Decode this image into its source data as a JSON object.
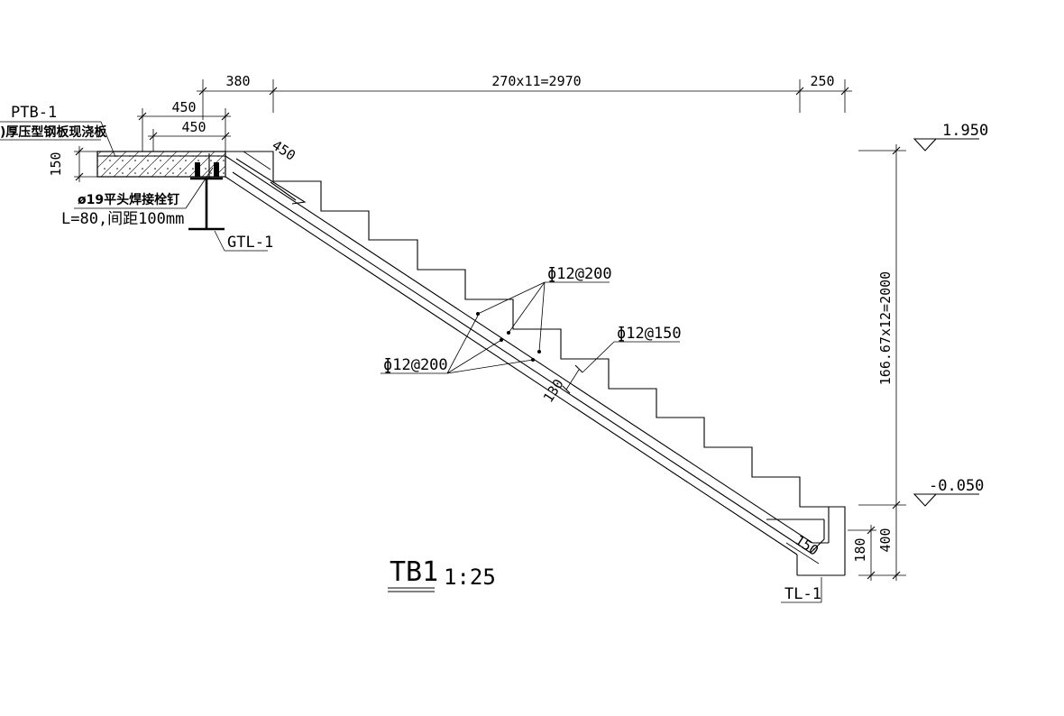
{
  "drawing": {
    "title": "TB1",
    "scale": "1:25"
  },
  "dimensions": {
    "top_380": "380",
    "top_run": "270x11=2970",
    "top_250": "250",
    "landing_450_a": "450",
    "landing_450_b": "450",
    "slab_150": "150",
    "diag_450": "450",
    "height_total": "166.67x12=2000",
    "bottom_400": "400",
    "bottom_180": "180",
    "bottom_150": "150",
    "thickness_130": "130"
  },
  "elevations": {
    "top": "1.950",
    "bottom": "-0.050"
  },
  "labels": {
    "ptb": "PTB-1",
    "deck": ")厚压型钢板现浇板",
    "stud_1": "ø19平头焊接栓钉",
    "stud_2": "L=80,间距100mm",
    "gtl": "GTL-1",
    "tl": "TL-1",
    "rebar_top": "ɸ12@200",
    "rebar_left": "ɸ12@200",
    "rebar_right": "ɸ12@150"
  }
}
